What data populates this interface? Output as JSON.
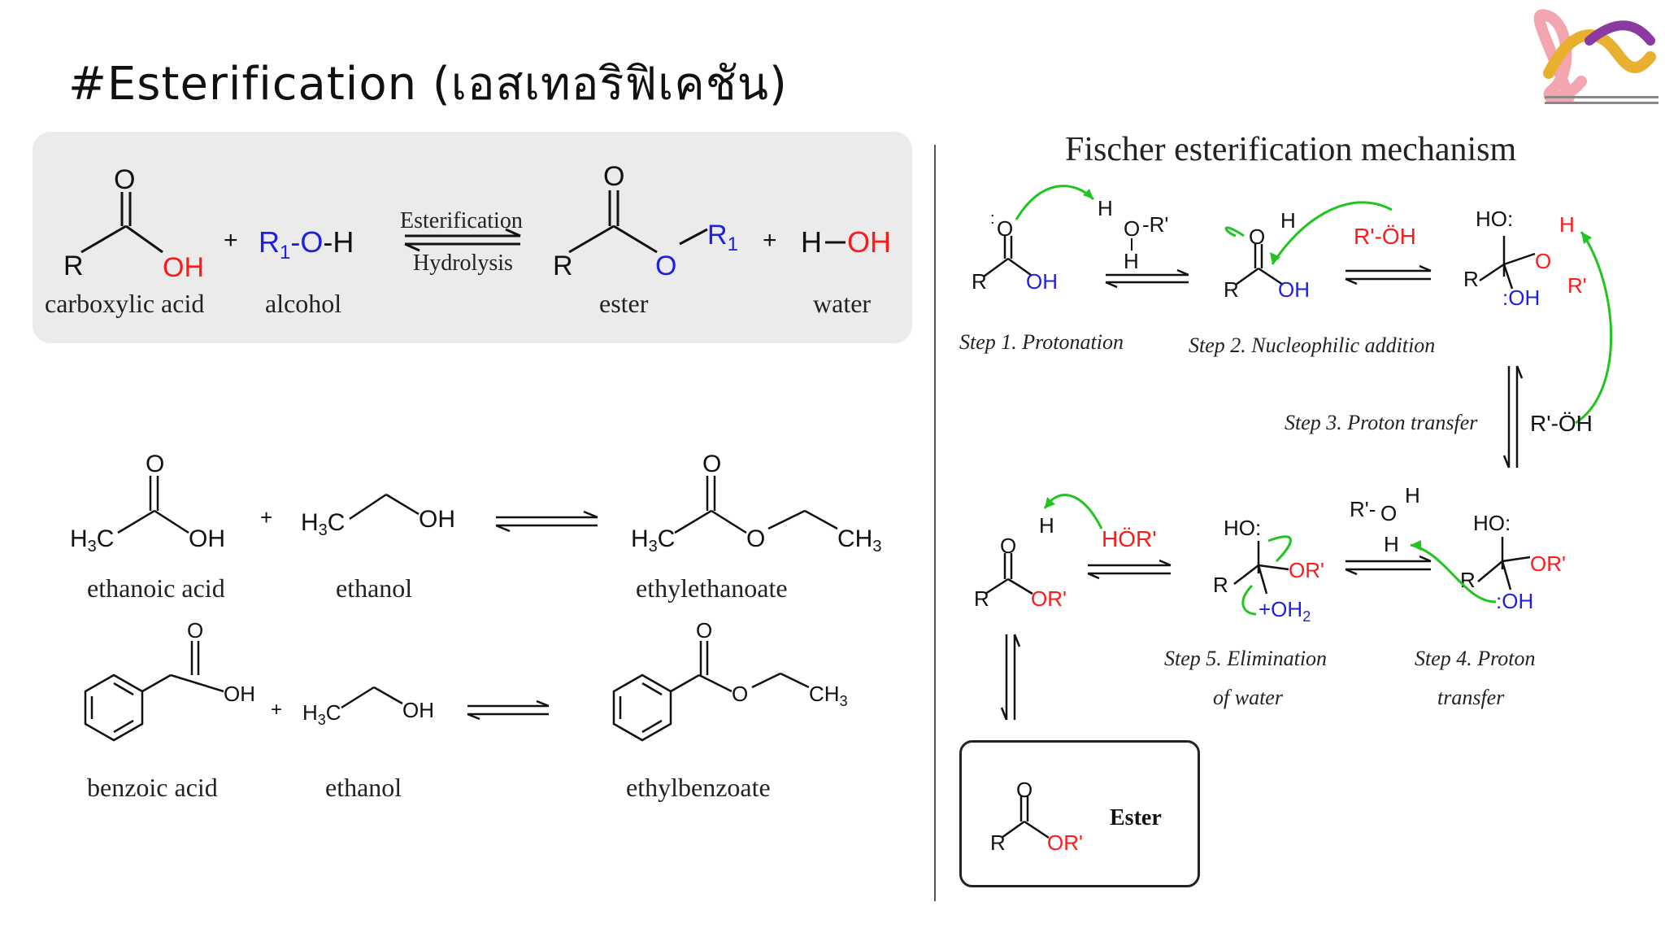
{
  "title": "#Esterification (เอสเทอริฟิเคชัน)",
  "colors": {
    "red": "#ff1a1a",
    "blue": "#1f1fe0",
    "green": "#22c422",
    "panel": "#ebebeb"
  },
  "general_reaction": {
    "carboxylic_acid_label": "carboxylic acid",
    "alcohol_label": "alcohol",
    "ester_label": "ester",
    "water_label": "water",
    "forward_label": "Esterification",
    "reverse_label": "Hydrolysis",
    "acid": {
      "o": "O",
      "r": "R",
      "oh": "OH"
    },
    "alcohol": {
      "r1": "R",
      "sub": "1",
      "rest": "-O-H"
    },
    "ester": {
      "o": "O",
      "r": "R",
      "o2": "O",
      "r1": "R",
      "sub": "1"
    },
    "water": {
      "h": "H",
      "oh": "OH"
    },
    "plus": "+"
  },
  "examples": [
    {
      "acid_label": "ethanoic acid",
      "alcohol_label": "ethanol",
      "product_label": "ethylethanoate"
    },
    {
      "acid_label": "benzoic acid",
      "alcohol_label": "ethanol",
      "product_label": "ethylbenzoate"
    }
  ],
  "mechanism": {
    "title": "Fischer esterification mechanism",
    "step1": "Step 1. Protonation",
    "step2": "Step 2. Nucleophilic addition",
    "step3": "Step 3. Proton transfer",
    "step4a": "Step 4. Proton",
    "step4b": "transfer",
    "step5a": "Step 5. Elimination",
    "step5b": "of water",
    "ester_label": "Ester",
    "reagents": {
      "r_oh": "R'-ÖH",
      "hor": "HÖR'",
      "r_prime": "R'"
    }
  }
}
